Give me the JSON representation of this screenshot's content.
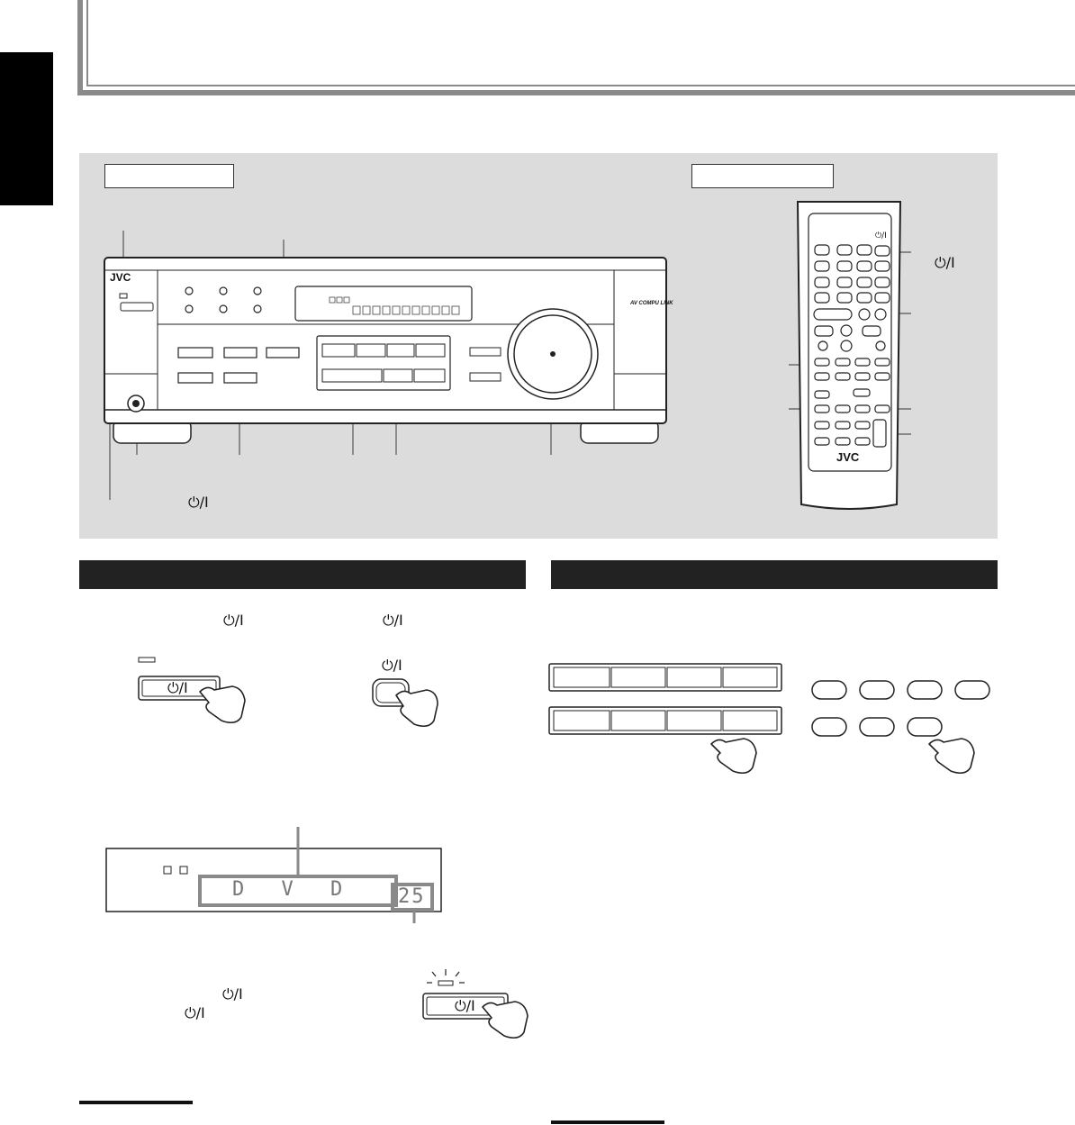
{
  "page": {
    "language_tab": "",
    "title": "",
    "accent_grey": "#8a8a8a",
    "panel_grey": "#dcdcdc"
  },
  "illustration": {
    "front_panel_label": "",
    "remote_label": "",
    "receiver_brand": "JVC",
    "compulink_logo": "AV COMPU LINK",
    "remote_brand": "JVC",
    "standby_symbol": "⏻/I"
  },
  "sections": {
    "left_heading": "",
    "right_heading": ""
  },
  "display": {
    "source_text": "D V D",
    "volume_text": "25"
  },
  "icons": [
    "power-symbol-icon",
    "pointing-hand-icon",
    "volume-knob-icon",
    "headphone-jack-icon"
  ]
}
